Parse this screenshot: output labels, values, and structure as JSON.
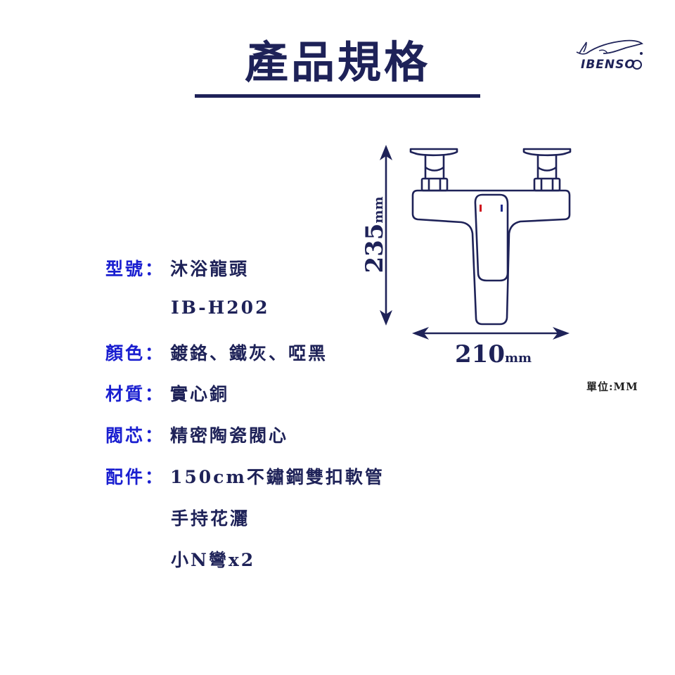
{
  "title": "產品規格",
  "logo": {
    "text": "IBENSO"
  },
  "specs": [
    {
      "label": "型號：",
      "value": "沐浴龍頭"
    },
    {
      "label": "",
      "value": "IB-H202"
    },
    {
      "label": "顏色：",
      "value": "鍍鉻、鐵灰、啞黑"
    },
    {
      "label": "材質：",
      "value": "實心銅"
    },
    {
      "label": "閥芯：",
      "value": "精密陶瓷閥心"
    },
    {
      "label": "配件：",
      "value": "150cm不鏽鋼雙扣軟管"
    },
    {
      "label": "",
      "value": "手持花灑"
    },
    {
      "label": "",
      "value": "小N彎x2"
    }
  ],
  "dimensions": {
    "height_value": "235",
    "height_unit": "mm",
    "width_value": "210",
    "width_unit": "mm",
    "unit_note": "單位:MM"
  },
  "colors": {
    "navy": "#1e2258",
    "label_blue": "#1a1fd0",
    "hot": "#d0101c",
    "cold": "#1e2a8a"
  }
}
